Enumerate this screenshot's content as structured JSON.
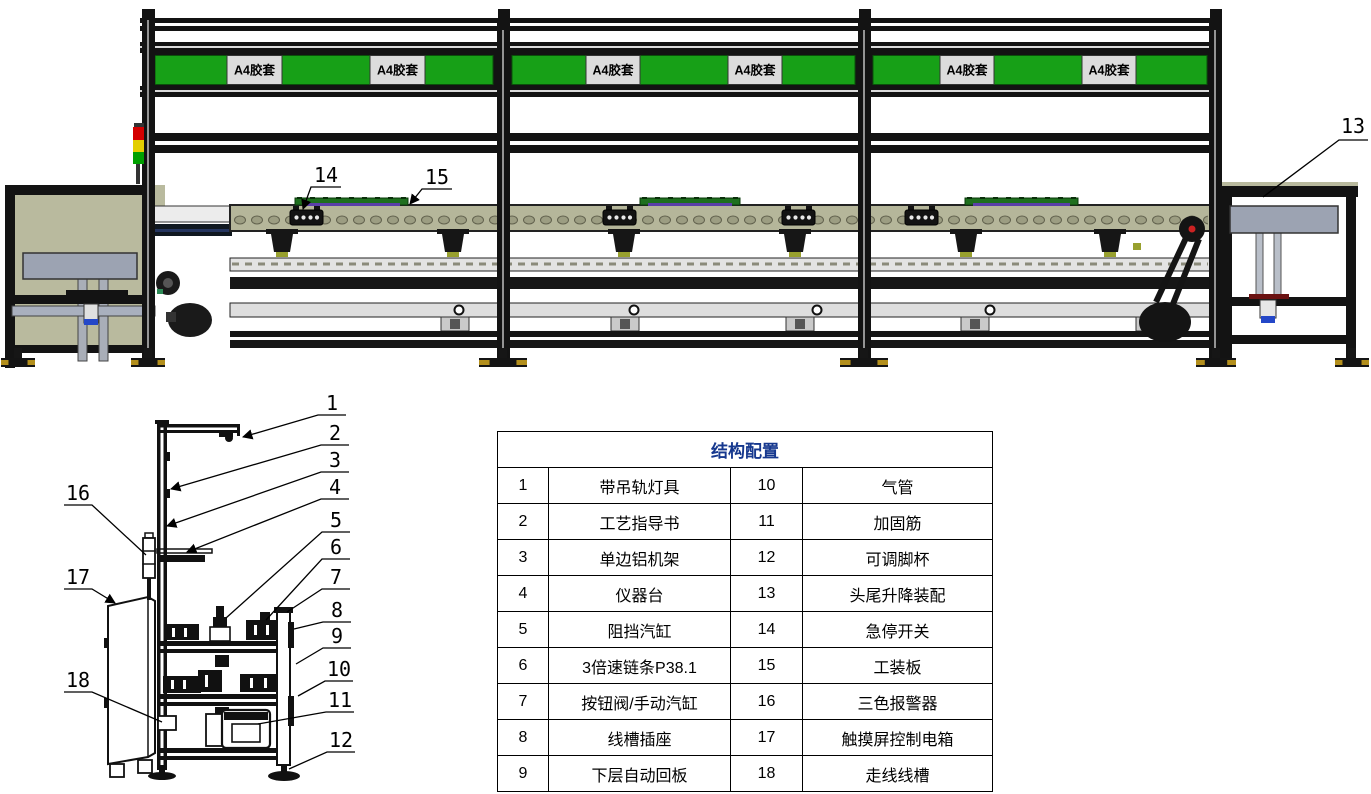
{
  "banner": {
    "panel_label": "A4胶套",
    "panel_label_count": 6
  },
  "callouts": [
    {
      "label": "1"
    },
    {
      "label": "2"
    },
    {
      "label": "3"
    },
    {
      "label": "4"
    },
    {
      "label": "5"
    },
    {
      "label": "6"
    },
    {
      "label": "7"
    },
    {
      "label": "8"
    },
    {
      "label": "9"
    },
    {
      "label": "10"
    },
    {
      "label": "11"
    },
    {
      "label": "12"
    },
    {
      "label": "13"
    },
    {
      "label": "14"
    },
    {
      "label": "15"
    },
    {
      "label": "16"
    },
    {
      "label": "17"
    },
    {
      "label": "18"
    }
  ],
  "table": {
    "title": "结构配置",
    "rows": [
      [
        "1",
        "带吊轨灯具",
        "10",
        "气管"
      ],
      [
        "2",
        "工艺指导书",
        "11",
        "加固筋"
      ],
      [
        "3",
        "单边铝机架",
        "12",
        "可调脚杯"
      ],
      [
        "4",
        "仪器台",
        "13",
        "头尾升降装配"
      ],
      [
        "5",
        "阻挡汽缸",
        "14",
        "急停开关"
      ],
      [
        "6",
        "3倍速链条P38.1",
        "15",
        "工装板"
      ],
      [
        "7",
        "按钮阀/手动汽缸",
        "16",
        "三色报警器"
      ],
      [
        "8",
        "线槽插座",
        "17",
        "触摸屏控制电箱"
      ],
      [
        "9",
        "下层自动回板",
        "18",
        "走线线槽"
      ]
    ]
  },
  "colors": {
    "panel_green": "#17A017",
    "panel_label_bg": "#DCDCDC",
    "frame_black": "#131313",
    "olive_panel": "#B9BA9E",
    "conveyor_khaki": "#B5B69A",
    "plate_grey": "#9CA3B2",
    "table_title_blue": "#16388E",
    "alarm_red": "#D40000",
    "alarm_yellow": "#E3CE00",
    "alarm_green": "#00A000",
    "foot_yellow": "#B38F1C",
    "cylinder_blue": "#2447C8"
  }
}
